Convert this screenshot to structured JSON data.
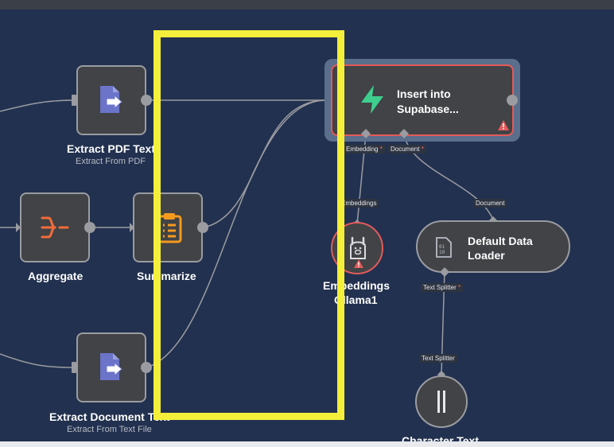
{
  "nodes": {
    "extract_pdf": {
      "label": "Extract PDF Text",
      "subtitle": "Extract From PDF"
    },
    "aggregate": {
      "label": "Aggregate"
    },
    "summarize": {
      "label": "Summarize"
    },
    "extract_doc": {
      "label": "Extract Document Text",
      "subtitle": "Extract From Text File"
    },
    "insert_supabase": {
      "title_line1": "Insert into",
      "title_line2": "Supabase..."
    },
    "embeddings": {
      "label_line1": "Embeddings",
      "label_line2": "Ollama1"
    },
    "data_loader": {
      "title_line1": "Default Data",
      "title_line2": "Loader"
    },
    "char_splitter": {
      "label": "Character Text"
    }
  },
  "ports": {
    "embedding": "Embedding",
    "document": "Document",
    "embeddings": "Embeddings",
    "document_in": "Document",
    "text_splitter_in": "Text Splitter",
    "text_splitter_out": "Text Splitter",
    "required_marker": "*"
  },
  "colors": {
    "canvas": "#22314f",
    "node": "#414346",
    "error": "#e35a5a",
    "supabase": "#3ecf8e",
    "pdf_icon": "#6b74c9",
    "aggregate_icon": "#f26b3a",
    "summarize_icon": "#f59a1e",
    "highlight": "#f4ef3a"
  },
  "icons": [
    "pdf-file-icon",
    "aggregate-icon",
    "clipboard-icon",
    "supabase-bolt-icon",
    "llama-icon",
    "binary-file-icon",
    "splitter-icon",
    "warning-icon"
  ]
}
